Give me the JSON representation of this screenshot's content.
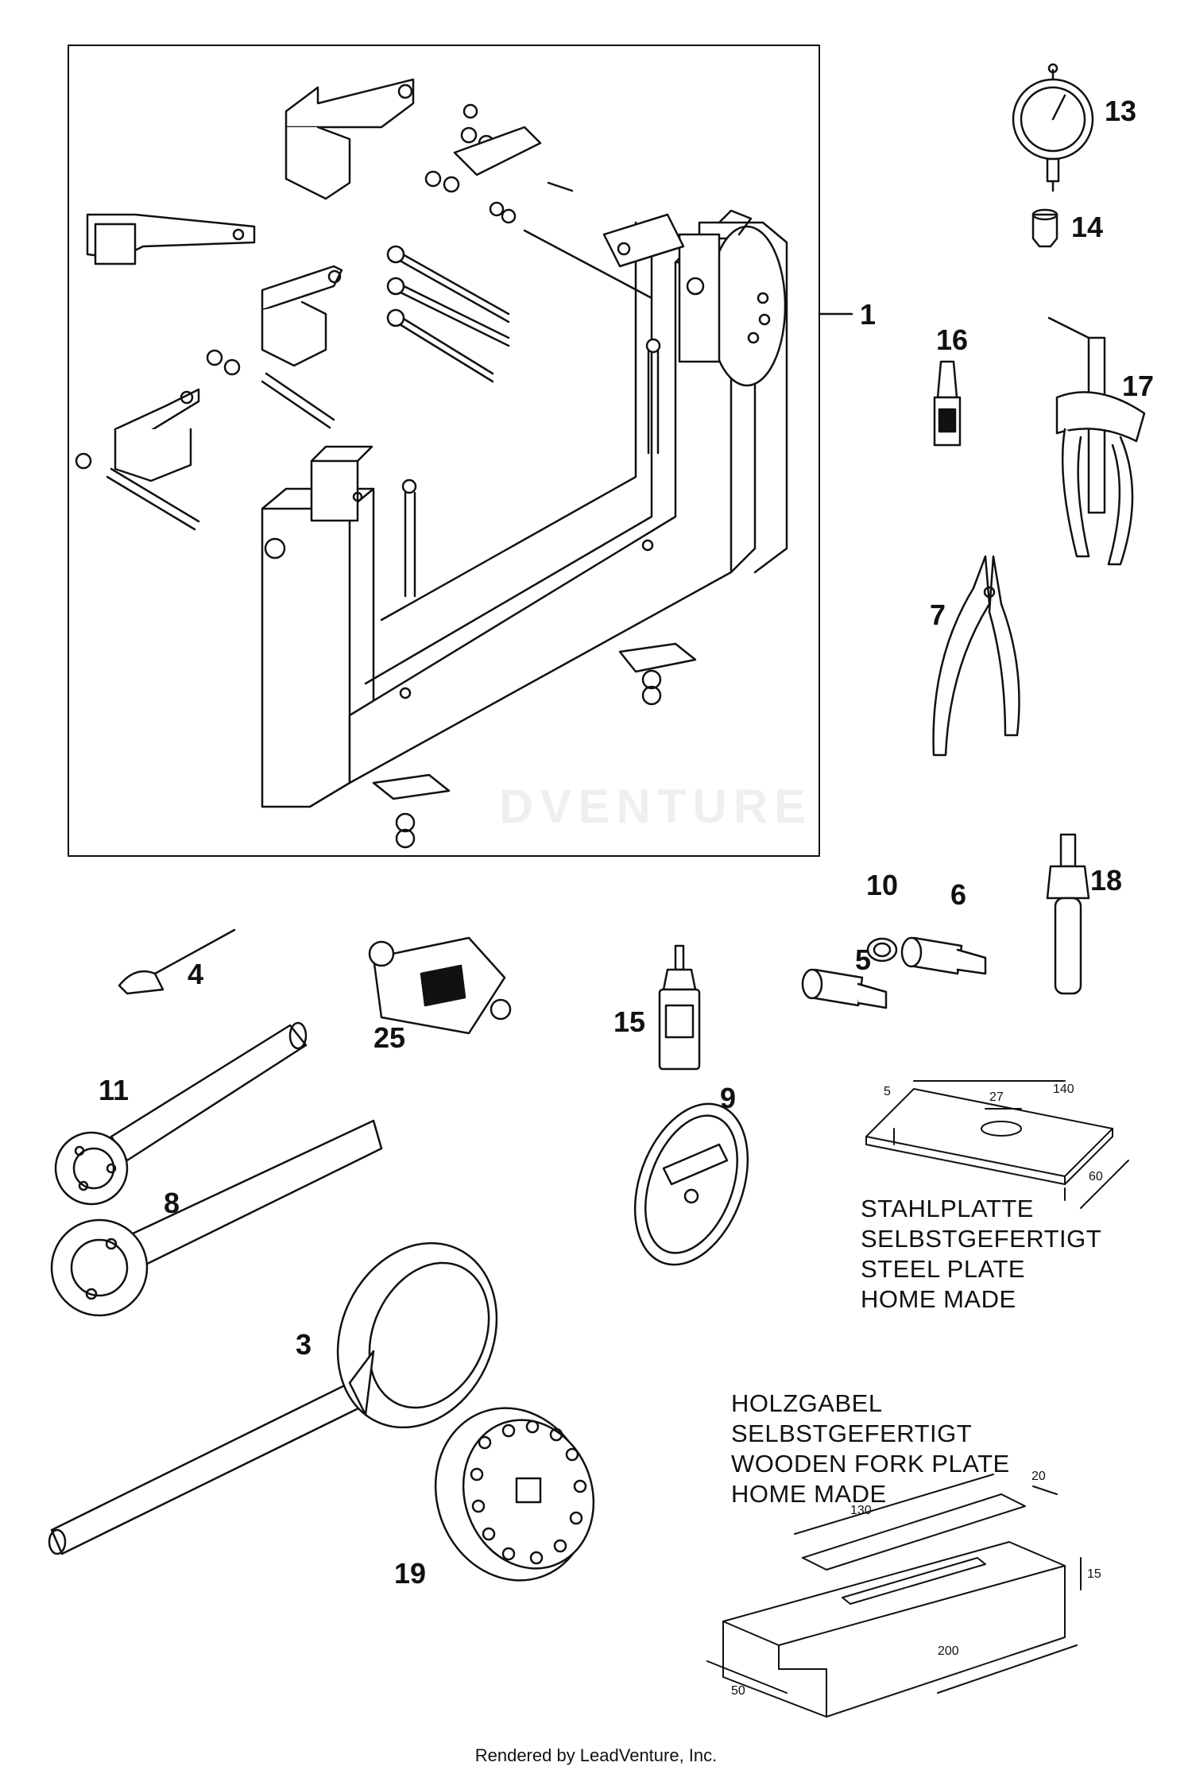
{
  "callouts": {
    "c1": "1",
    "c3": "3",
    "c4": "4",
    "c5": "5",
    "c6": "6",
    "c7": "7",
    "c8": "8",
    "c9": "9",
    "c10": "10",
    "c11": "11",
    "c13": "13",
    "c14": "14",
    "c15": "15",
    "c16": "16",
    "c17": "17",
    "c18": "18",
    "c19": "19",
    "c25": "25"
  },
  "steel_plate": {
    "lines": [
      "STAHLPLATTE",
      "SELBSTGEFERTIGT",
      "STEEL PLATE",
      "HOME MADE"
    ],
    "dims": {
      "thickness": "5",
      "hole": "27",
      "length": "140",
      "width": "60"
    }
  },
  "wooden_fork_plate": {
    "lines": [
      "HOLZGABEL",
      "SELBSTGEFERTIGT",
      "WOODEN FORK PLATE",
      "HOME MADE"
    ],
    "dims": {
      "slot": "130",
      "slot_width": "20",
      "height": "15",
      "length": "200",
      "width": "50"
    }
  },
  "watermark": "DVENTURE",
  "footer": "Rendered by LeadVenture, Inc."
}
